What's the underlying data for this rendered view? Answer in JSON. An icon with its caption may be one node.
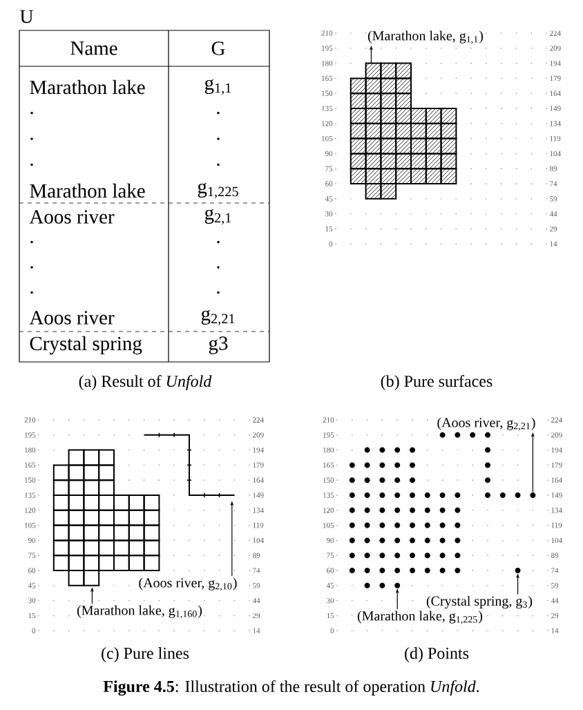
{
  "diagram": {
    "caption": "**Figure 4.5**: Illustration of the result of operation *Unfold*.",
    "nodes": [
      {
        "text": [
          "(Marathon lake, g$_{1,1}$)"
        ]
      },
      {
        "text": [],
        "shape": "box"
      },
      {
        "text": [
          "(Marathon lake, g$_{1,160}$)"
        ]
      },
      {
        "text": [],
        "shape": "box"
      },
      {
        "text": [
          "(Aoos river, g$_{2,10}$)"
        ]
      },
      {
        "text": [],
        "shape": "line"
      },
      {
        "text": [
          "(Aoos river, g$_{2,21}$)"
        ]
      },
      {
        "text": [],
        "shape": "circle"
      },
      {
        "text": [
          "(Crystal spring, g$_{3}$)"
        ]
      },
      {
        "text": [],
        "shape": "circle"
      },
      {
        "text": [
          "(Marathon lake, g$_{1,225}$)"
        ]
      },
      {
        "text": [],
        "shape": "circle"
      }
    ],
    "edges": [
      {
        "from": 1,
        "to": 0,
        "arrow": "to"
      },
      {
        "from": 2,
        "to": 3,
        "arrow": "to"
      },
      {
        "from": 4,
        "to": 5,
        "arrow": "to"
      },
      {
        "from": 7,
        "to": 6,
        "arrow": "to"
      },
      {
        "from": 8,
        "to": 9,
        "arrow": "to"
      },
      {
        "from": 10,
        "to": 11,
        "arrow": "to"
      }
    ],
    "labels": [
      "U",
      "Name",
      "G",
      "Marathon lake",
      "g$_{1,1}$",
      ".",
      ".",
      ".",
      ".",
      ".",
      ".",
      "Marathon lake",
      "g$_{1,225}$",
      "Aoos river",
      "g$_{2,1}$",
      ".",
      ".",
      ".",
      ".",
      ".",
      ".",
      "Aoos river",
      "g$_{2,21}$",
      "Crystal spring",
      "g3",
      "(a)  Result of *Unfold*",
      "210",
      "224",
      "195",
      "209",
      "180",
      "194",
      "165",
      "179",
      "150",
      "164",
      "135",
      "149",
      "120",
      "134",
      "105",
      "119",
      "90",
      "104",
      "75",
      "89",
      "60",
      "74",
      "45",
      "59",
      "30",
      "44",
      "15",
      "29",
      "0",
      "14",
      "(b) Pure surfaces",
      "210",
      "224",
      "195",
      "209",
      "180",
      "194",
      "165",
      "179",
      "150",
      "164",
      "135",
      "149",
      "120",
      "134",
      "105",
      "119",
      "90",
      "104",
      "75",
      "89",
      "60",
      "74",
      "45",
      "59",
      "30",
      "44",
      "15",
      "29",
      "0",
      "14",
      "(c)  Pure lines",
      "210",
      "224",
      "195",
      "209",
      "180",
      "194",
      "165",
      "179",
      "150",
      "164",
      "135",
      "149",
      "120",
      "134",
      "105",
      "119",
      "90",
      "104",
      "75",
      "89",
      "60",
      "74",
      "45",
      "59",
      "30",
      "44",
      "15",
      "29",
      "0",
      "14",
      "(d)  Points"
    ]
  }
}
